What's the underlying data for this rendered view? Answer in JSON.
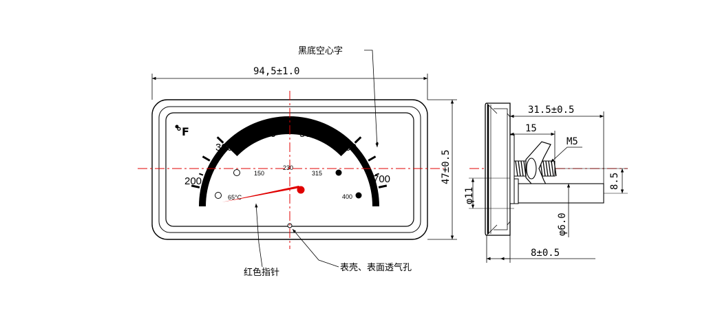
{
  "colors": {
    "line": "#000000",
    "centerline": "#e00000",
    "pointer": "#e00000"
  },
  "front_view": {
    "width_dim": "94,5±1.0",
    "height_dim": "47±0.5",
    "unit_symbol": "°F",
    "outer_scale": [
      "200",
      "300",
      "400",
      "500",
      "600",
      "700"
    ],
    "inner_scale": [
      "150",
      "230",
      "315",
      "400"
    ],
    "inner_unit": "65°C"
  },
  "side_view": {
    "depth_dim": "31.5±0.5",
    "stem_dim": "15",
    "thread": "M5",
    "thread_dia": "8.5",
    "flange_dia": "φ11",
    "stem_dia": "φ6.0",
    "base_dim": "8±0.5"
  },
  "callouts": {
    "face": "黑底空心字",
    "pointer": "红色指针",
    "vent": "表壳、表面透气孔"
  }
}
